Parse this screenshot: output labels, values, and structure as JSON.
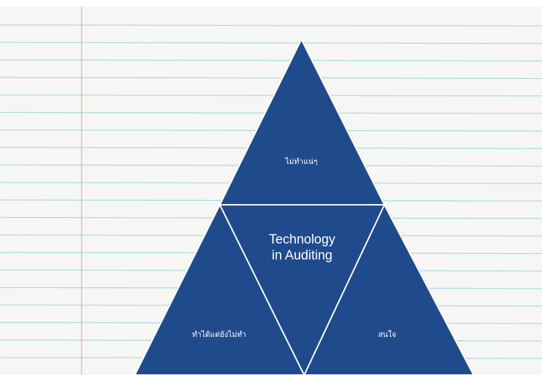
{
  "diagram": {
    "center": {
      "line1": "Technology",
      "line2": "in Auditing"
    },
    "top": {
      "label": "ไม่ทำแน่ๆ"
    },
    "bottom_left": {
      "label": "ทำได้แต่ยังไม่ทำ"
    },
    "bottom_right": {
      "label": "สนใจ"
    }
  },
  "colors": {
    "triangle_fill": "#1F4B8C",
    "triangle_stroke": "#ffffff",
    "paper_line": "#a7d8dc",
    "margin_line": "#f0b7b0",
    "paper_bg": "#f6f6f4"
  }
}
